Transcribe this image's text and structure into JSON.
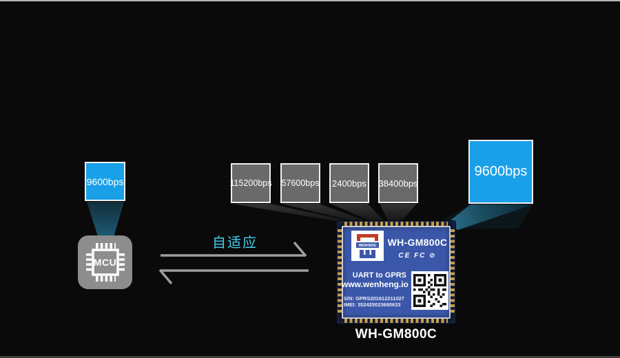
{
  "scene": {
    "adaptive_label": "自适应",
    "mcu": {
      "label": "MCU",
      "rate": "9600bps"
    },
    "candidate_rates": [
      "115200bps",
      "57600bps",
      "2400bps",
      "38400bps"
    ],
    "matched_rate": "9600bps",
    "caption": "WH-GM800C"
  },
  "module": {
    "brand": "WENHENG",
    "model": "WH-GM800C",
    "cert_marks": "CE FC ⊘",
    "function_line": "UART to GPRS",
    "website": "www.wenheng.io",
    "serial": "S/N: GPRS201612211027",
    "imei": "IMEI: 352425023680633"
  },
  "colors": {
    "accent_blue": "#1aa0e8",
    "candidate_gray": "#6a6a6a",
    "adaptive_cyan": "#41d0f0",
    "arrow_gray": "#9e9e9e",
    "module_label_blue": "#3b57a9",
    "pcb_navy": "#10182e",
    "pin_gold": "#c49d4e",
    "background": "#0a0a0a"
  }
}
